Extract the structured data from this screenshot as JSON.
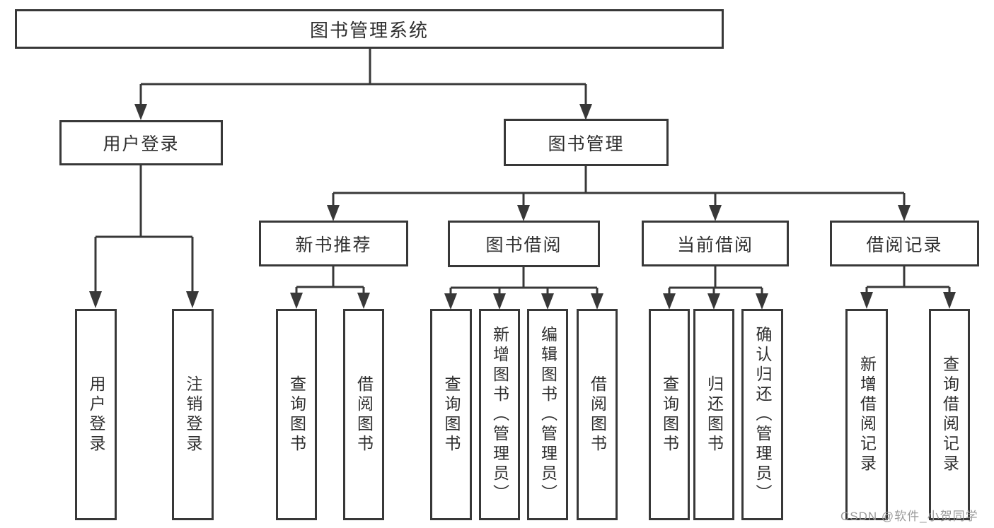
{
  "colors": {
    "background": "#ffffff",
    "line": "#383838",
    "box_border": "#383838",
    "text": "#2f2f2f",
    "watermark": "#9b9b9b"
  },
  "diagram": {
    "root": {
      "label": "图书管理系统"
    },
    "level2": [
      {
        "label": "用户登录"
      },
      {
        "label": "图书管理"
      }
    ],
    "level3": [
      {
        "label": "新书推荐",
        "parent": "图书管理"
      },
      {
        "label": "图书借阅",
        "parent": "图书管理"
      },
      {
        "label": "当前借阅",
        "parent": "图书管理"
      },
      {
        "label": "借阅记录",
        "parent": "图书管理"
      }
    ],
    "leaves": [
      {
        "label": "用户登录",
        "parent": "用户登录"
      },
      {
        "label": "注销登录",
        "parent": "用户登录"
      },
      {
        "label": "查询图书",
        "parent": "新书推荐"
      },
      {
        "label": "借阅图书",
        "parent": "新书推荐"
      },
      {
        "label": "查询图书",
        "parent": "图书借阅"
      },
      {
        "label": "新增图书（管理员）",
        "parent": "图书借阅"
      },
      {
        "label": "编辑图书（管理员）",
        "parent": "图书借阅"
      },
      {
        "label": "借阅图书",
        "parent": "图书借阅"
      },
      {
        "label": "查询图书",
        "parent": "当前借阅"
      },
      {
        "label": "归还图书",
        "parent": "当前借阅"
      },
      {
        "label": "确认归还（管理员）",
        "parent": "当前借阅"
      },
      {
        "label": "新增借阅记录",
        "parent": "借阅记录"
      },
      {
        "label": "查询借阅记录",
        "parent": "借阅记录"
      }
    ]
  },
  "watermark": {
    "text": "CSDN @软件_小贺同学"
  }
}
